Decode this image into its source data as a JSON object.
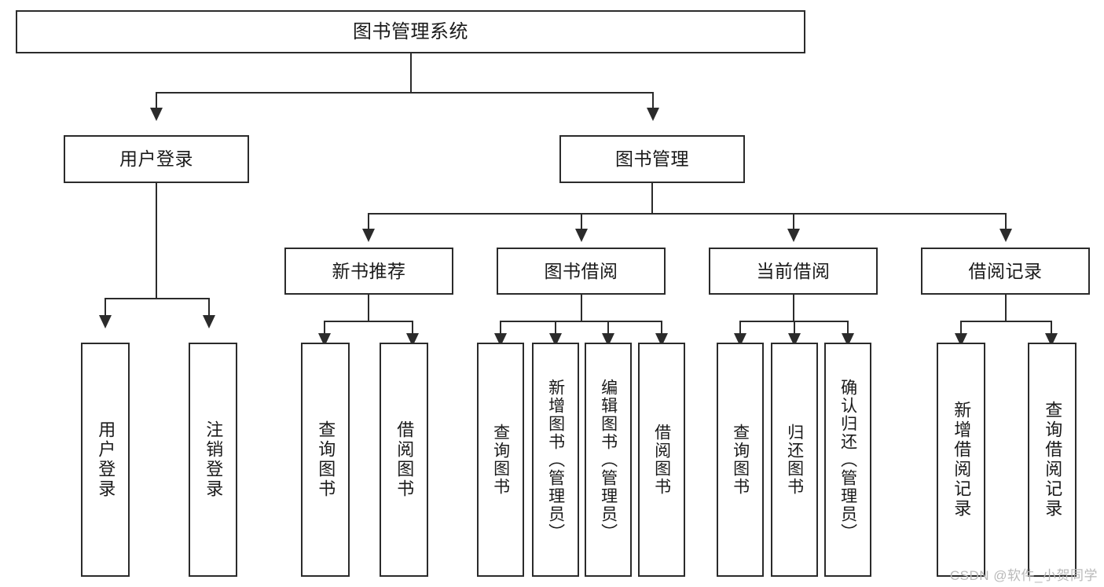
{
  "diagram": {
    "title": "图书管理系统",
    "type": "hierarchy-tree",
    "colors": {
      "line": "#2b2b2b",
      "box_fill": "#ffffff",
      "text": "#1a1a1a",
      "watermark": "#b9b9b9",
      "background": "#ffffff"
    },
    "root": {
      "label": "图书管理系统"
    },
    "level2": [
      {
        "label": "用户登录"
      },
      {
        "label": "图书管理"
      }
    ],
    "level3": [
      {
        "label": "新书推荐"
      },
      {
        "label": "图书借阅"
      },
      {
        "label": "当前借阅"
      },
      {
        "label": "借阅记录"
      }
    ],
    "leaves": {
      "user_login": [
        {
          "label": "用户登录"
        },
        {
          "label": "注销登录"
        }
      ],
      "new_book_recommend": [
        {
          "label": "查询图书"
        },
        {
          "label": "借阅图书"
        }
      ],
      "book_borrow": [
        {
          "label": "查询图书"
        },
        {
          "label": "新增图书（管理员）"
        },
        {
          "label": "编辑图书（管理员）"
        },
        {
          "label": "借阅图书"
        }
      ],
      "current_borrow": [
        {
          "label": "查询图书"
        },
        {
          "label": "归还图书"
        },
        {
          "label": "确认归还（管理员）"
        }
      ],
      "borrow_record": [
        {
          "label": "新增借阅记录"
        },
        {
          "label": "查询借阅记录"
        }
      ]
    }
  },
  "watermark": {
    "text": "CSDN @软件_小贺同学"
  }
}
